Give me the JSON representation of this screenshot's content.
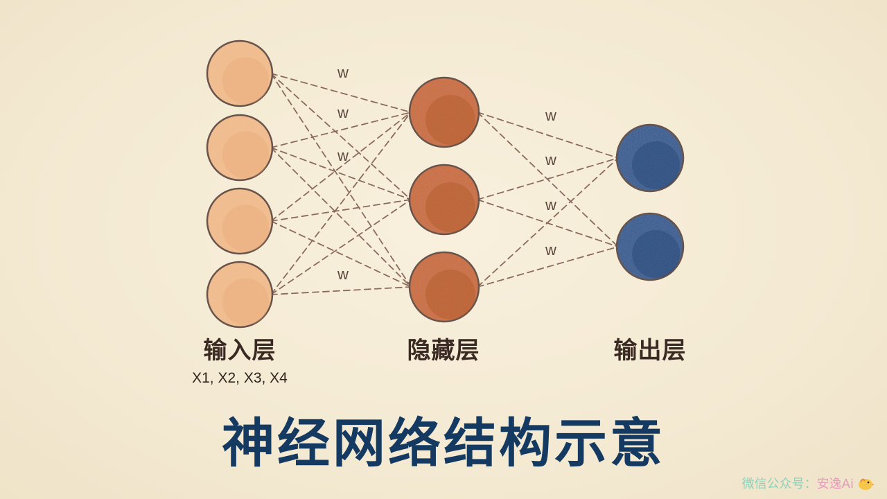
{
  "layers": [
    {
      "key": "input",
      "label": "输入层",
      "sub": "X1, X2, X3, X4",
      "count": 4,
      "color": "#f5be8c",
      "dark": "#e7a572"
    },
    {
      "key": "hidden",
      "label": "隐藏层",
      "sub": "",
      "count": 3,
      "color": "#cc6a34",
      "dark": "#a9521f"
    },
    {
      "key": "output",
      "label": "输出层",
      "sub": "",
      "count": 2,
      "color": "#2c5891",
      "dark": "#1d3f6e"
    }
  ],
  "weight_label": "w",
  "weight_labels_shown": [
    "w",
    "w",
    "w",
    "w",
    "w",
    "w",
    "w",
    "w"
  ],
  "title": "神经网络结构示意",
  "watermark": {
    "prefix": "微信公众号：",
    "name": "安逸Ai"
  },
  "colors": {
    "title": "#143a62",
    "line": "#8a6a5c",
    "text": "#3b2a22"
  }
}
